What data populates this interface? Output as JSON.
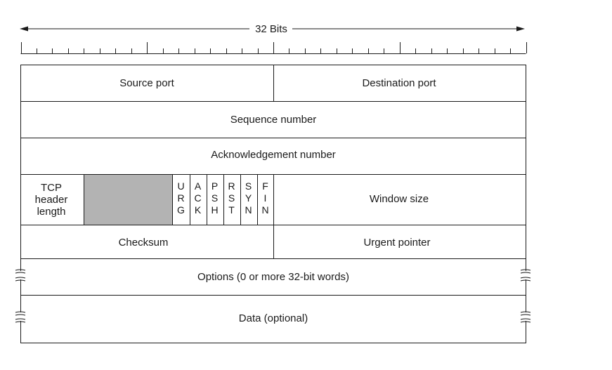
{
  "header": {
    "width_label": "32 Bits",
    "bit_count": 32
  },
  "rows": {
    "row1": {
      "left": "Source port",
      "right": "Destination port"
    },
    "row2": {
      "full": "Sequence number"
    },
    "row3": {
      "full": "Acknowledgement number"
    },
    "row4": {
      "header_length": [
        "TCP",
        "header",
        "length"
      ],
      "flags": [
        [
          "U",
          "R",
          "G"
        ],
        [
          "A",
          "C",
          "K"
        ],
        [
          "P",
          "S",
          "H"
        ],
        [
          "R",
          "S",
          "T"
        ],
        [
          "S",
          "Y",
          "N"
        ],
        [
          "F",
          "I",
          "N"
        ]
      ],
      "right": "Window size"
    },
    "row5": {
      "left": "Checksum",
      "right": "Urgent pointer"
    },
    "row6": {
      "full": "Options (0 or more 32-bit words)"
    },
    "row7": {
      "full": "Data (optional)"
    }
  },
  "colors": {
    "line": "#1a1a1a",
    "reserved": "#b3b3b3",
    "background": "#ffffff"
  }
}
